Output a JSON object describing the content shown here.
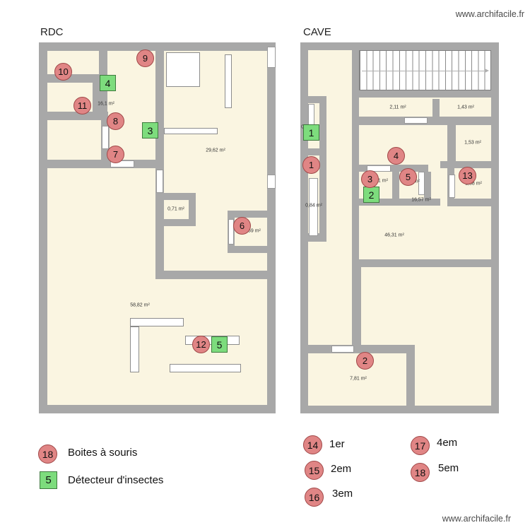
{
  "watermark": {
    "top": "www.archifacile.fr",
    "bottom": "www.archifacile.fr"
  },
  "plans": {
    "rdc": {
      "title": "RDC",
      "rooms": {
        "hall": "16,1 m²",
        "big_right": "29,62 m²",
        "closet": "0,71 m²",
        "wc": "1,59 m²",
        "big_bottom": "58,82 m²"
      },
      "mouse_boxes": [
        {
          "label": "9"
        },
        {
          "label": "10"
        },
        {
          "label": "11"
        },
        {
          "label": "8"
        },
        {
          "label": "7"
        },
        {
          "label": "6"
        },
        {
          "label": "12"
        }
      ],
      "detectors": [
        {
          "label": "4"
        },
        {
          "label": "3"
        },
        {
          "label": "5"
        }
      ]
    },
    "cave": {
      "title": "CAVE",
      "rooms": {
        "r_211": "2,11 m²",
        "r_143": "1,43 m²",
        "r_044": "0,44 m²",
        "r_153": "1,53 m²",
        "r_11": "1,1 m²",
        "r_081": "0,81 m²",
        "r_1657": "16,57 m²",
        "r_188": "1,88 m²",
        "r_084": "0,84 m²",
        "r_4631": "46,31 m²",
        "r_781": "7,81 m²"
      },
      "mouse_boxes": [
        {
          "label": "1"
        },
        {
          "label": "4"
        },
        {
          "label": "3"
        },
        {
          "label": "5"
        },
        {
          "label": "13"
        },
        {
          "label": "2"
        }
      ],
      "detectors": [
        {
          "label": "1"
        },
        {
          "label": "2"
        }
      ]
    }
  },
  "legend": {
    "mouse": {
      "symbol": "18",
      "label": "Boites à souris"
    },
    "insect": {
      "symbol": "5",
      "label": "Détecteur d'insectes"
    },
    "floors": [
      {
        "symbol": "14",
        "label": "1er"
      },
      {
        "symbol": "15",
        "label": "2em"
      },
      {
        "symbol": "16",
        "label": "3em"
      },
      {
        "symbol": "17",
        "label": "4em"
      },
      {
        "symbol": "18",
        "label": "5em"
      }
    ]
  },
  "colors": {
    "wall": "#a8a8a8",
    "room": "#faf5e1",
    "mouse-fill": "#e08585",
    "mouse-border": "#a04848",
    "detector-fill": "#7ddc7d",
    "detector-border": "#3e7a3e"
  }
}
